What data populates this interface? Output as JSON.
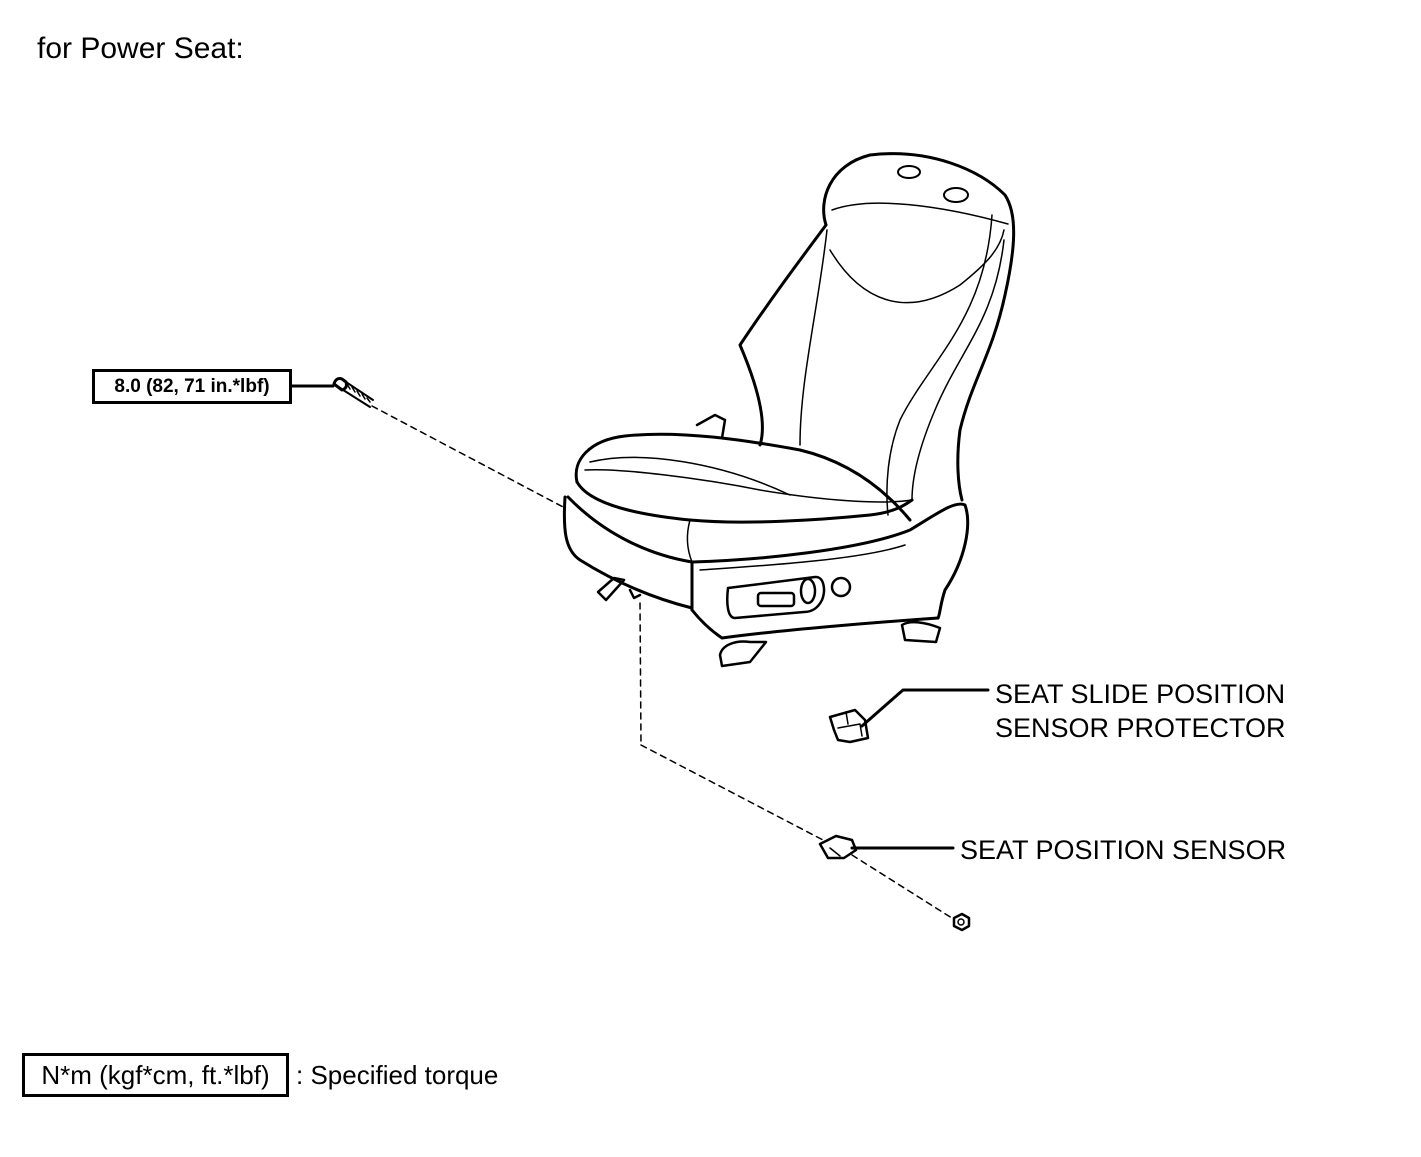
{
  "title": "for Power Seat:",
  "torque_spec": "8.0 (82, 71 in.*lbf)",
  "callouts": {
    "slide_sensor_protector": [
      "SEAT SLIDE POSITION",
      "SENSOR PROTECTOR"
    ],
    "position_sensor": "SEAT POSITION SENSOR"
  },
  "legend": {
    "unit_box": "N*m (kgf*cm, ft.*lbf)",
    "description": ": Specified torque"
  },
  "colors": {
    "line": "#000000",
    "background": "#ffffff"
  }
}
